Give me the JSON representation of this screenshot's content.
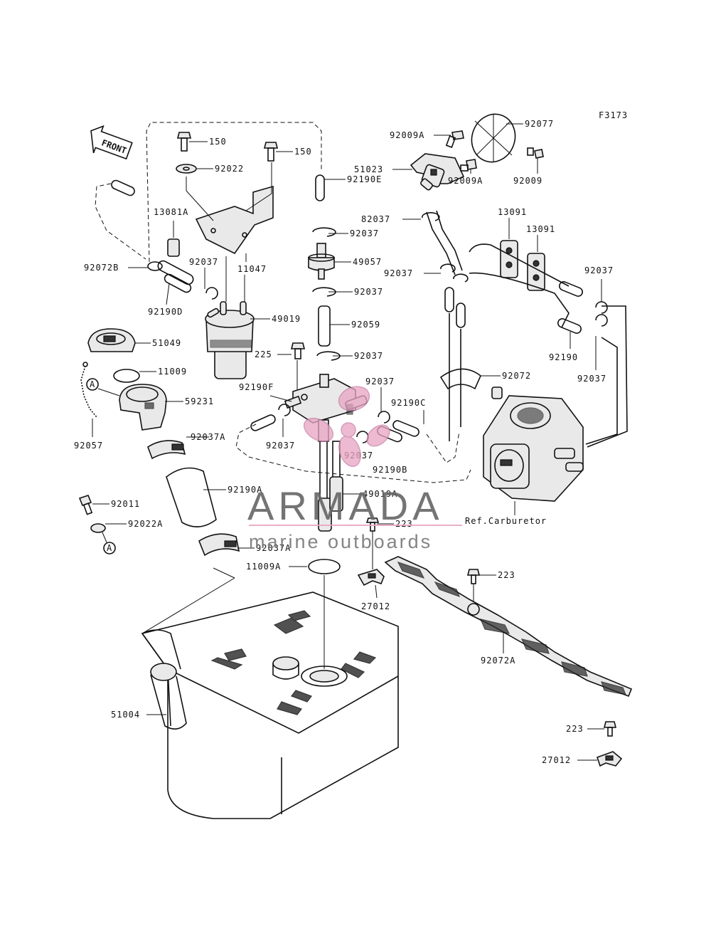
{
  "figure_code": "F3173",
  "front_label": "FRONT",
  "ref_label": "Ref.Carburetor",
  "circle_ref": "A",
  "watermark": {
    "brand": "ARMADA",
    "tagline": "marine outboards",
    "color": "#e8a6c4"
  },
  "labels": {
    "l150a": "150",
    "l150b": "150",
    "l92022": "92022",
    "l13081A": "13081A",
    "l11047": "11047",
    "l92072B": "92072B",
    "l92037_a": "92037",
    "l92190D": "92190D",
    "l49019": "49019",
    "l51049": "51049",
    "l11009": "11009",
    "l59231": "59231",
    "l92057": "92057",
    "l92037A_a": "92037A",
    "l92190A": "92190A",
    "l92011": "92011",
    "l92022A": "92022A",
    "l92037A_b": "92037A",
    "l11009A": "11009A",
    "l51004": "51004",
    "l92190E": "92190E",
    "l92037_b": "92037",
    "l49057": "49057",
    "l92037_c": "92037",
    "l92059": "92059",
    "l225": "225",
    "l92037_d": "92037",
    "l92190F": "92190F",
    "l92037_e": "92037",
    "l92037_f": "92037",
    "l92190C": "92190C",
    "l92037_g": "92037",
    "l92190B": "92190B",
    "l49019A": "49019A",
    "l223_a": "223",
    "l27012_a": "27012",
    "l92009A_a": "92009A",
    "l92077": "92077",
    "l51023": "51023",
    "l92009": "92009",
    "l92009A_b": "92009A",
    "l82037": "82037",
    "l92037_h": "92037",
    "l13091_a": "13091",
    "l13091_b": "13091",
    "l92037_i": "92037",
    "l92190": "92190",
    "l92037_j": "92037",
    "l92072": "92072",
    "l223_b": "223",
    "l92072A": "92072A",
    "l223_c": "223",
    "l27012_b": "27012"
  }
}
